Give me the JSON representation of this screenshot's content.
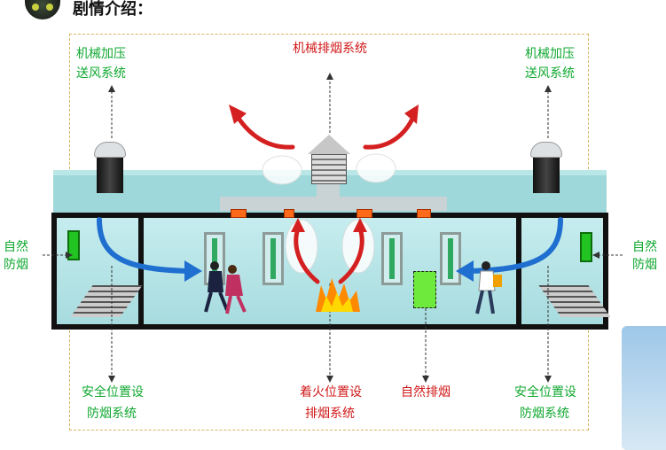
{
  "header": {
    "title": "剧情介绍："
  },
  "labels": {
    "top_left": [
      "机械加压",
      "送风系统"
    ],
    "top_center": "机械排烟系统",
    "top_right": [
      "机械加压",
      "送风系统"
    ],
    "side_left": [
      "自然",
      "防烟"
    ],
    "side_right": [
      "自然",
      "防烟"
    ],
    "bottom_left": [
      "安全位置设",
      "防烟系统"
    ],
    "bottom_fire": [
      "着火位置设",
      "排烟系统"
    ],
    "bottom_natural": "自然排烟",
    "bottom_right": [
      "安全位置设",
      "防烟系统"
    ]
  },
  "colors": {
    "label_green": "#10a830",
    "label_red": "#d01818",
    "arrow_red": "#d42020",
    "arrow_blue": "#1f6fd0"
  }
}
